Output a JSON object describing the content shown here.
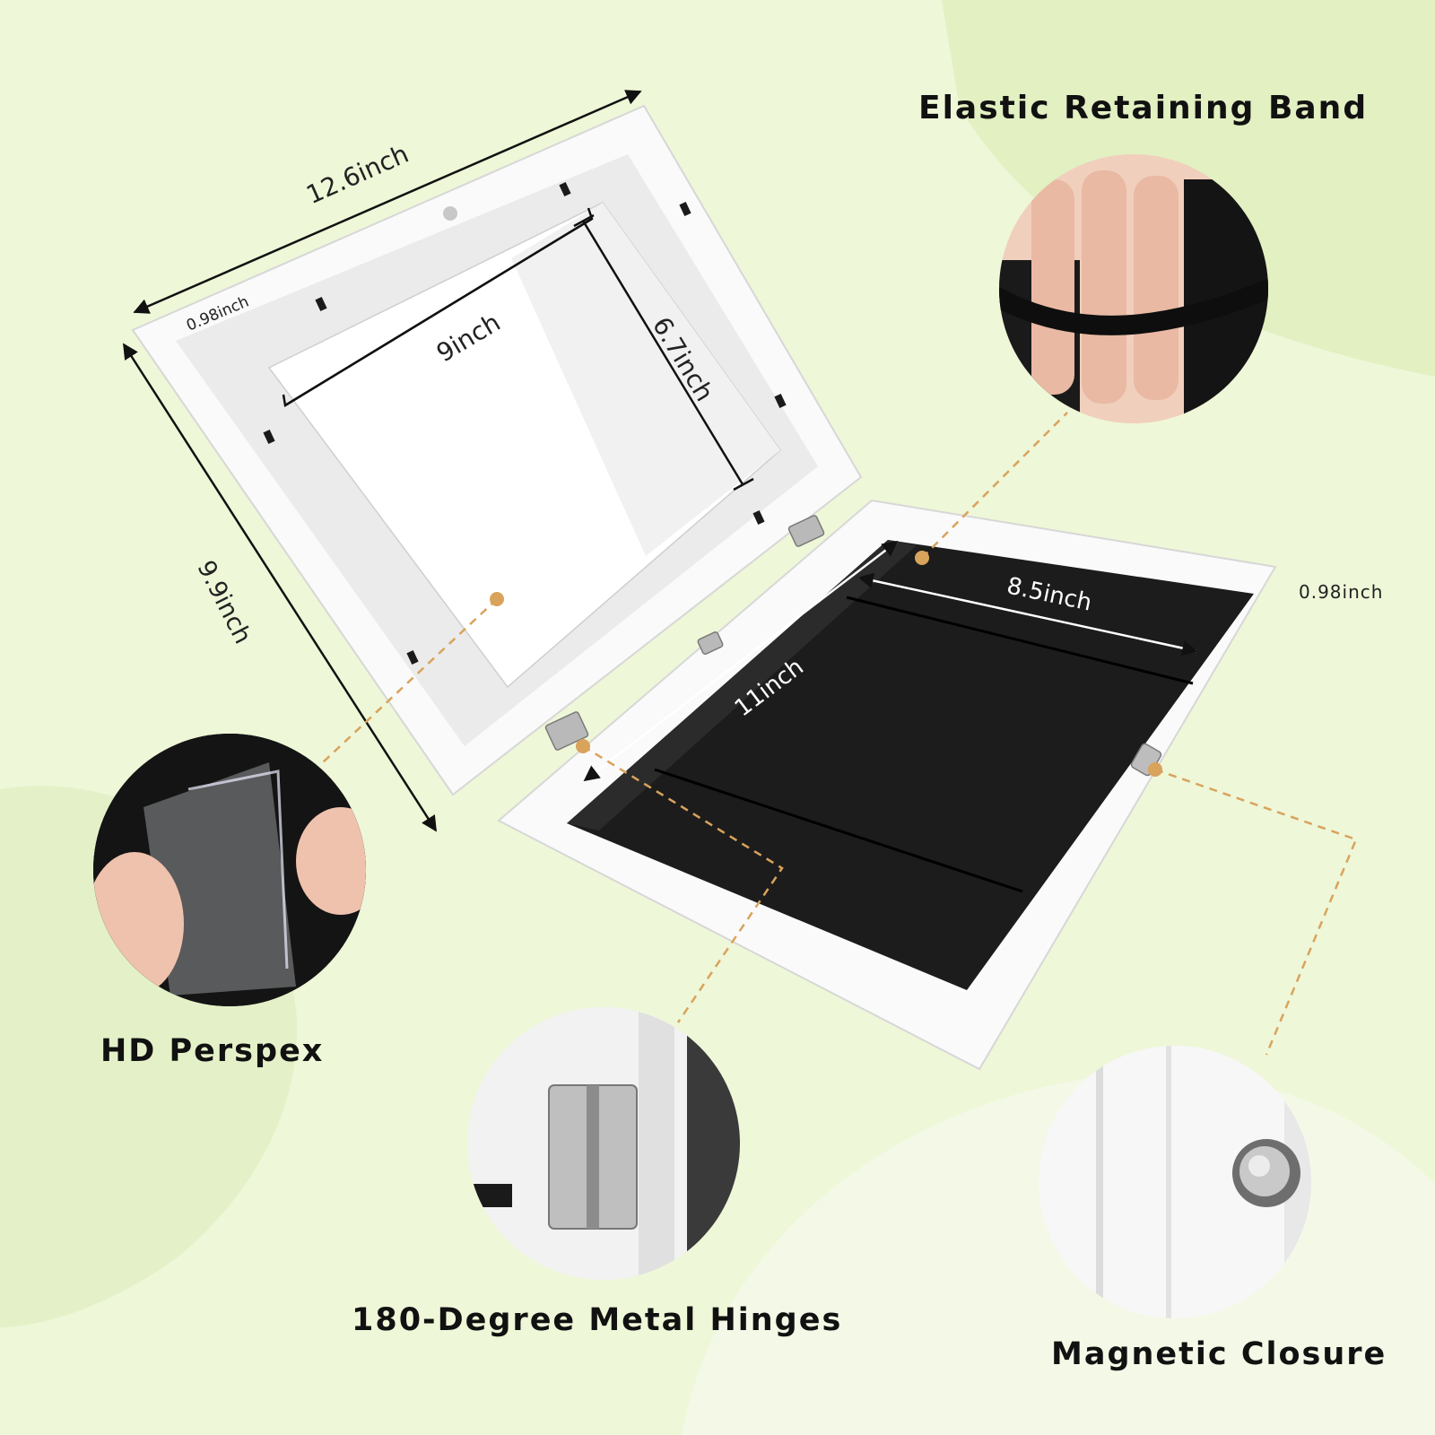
{
  "colors": {
    "background": "#eef7d8",
    "background_blob": "#e2f0c2",
    "frame_white": "#fafafa",
    "backing_black": "#1c1c1c",
    "callout_line": "#d9a35c",
    "dimension_line": "#111111"
  },
  "dimensions": {
    "open_length": "12.6inch",
    "open_height": "9.9inch",
    "window_width": "9inch",
    "window_height": "6.7inch",
    "depth_left": "0.98inch",
    "depth_right": "0.98inch",
    "paper_width": "8.5inch",
    "paper_height": "11inch"
  },
  "features": {
    "elastic_band": "Elastic Retaining Band",
    "perspex": "HD Perspex",
    "hinges": "180-Degree Metal Hinges",
    "magnetic": "Magnetic Closure"
  },
  "icons": {
    "band_photo": "elastic-band-hand-photo",
    "perspex_photo": "perspex-film-peel-photo",
    "hinge_photo": "metal-hinge-closeup-photo",
    "magnet_photo": "magnet-closeup-photo"
  }
}
